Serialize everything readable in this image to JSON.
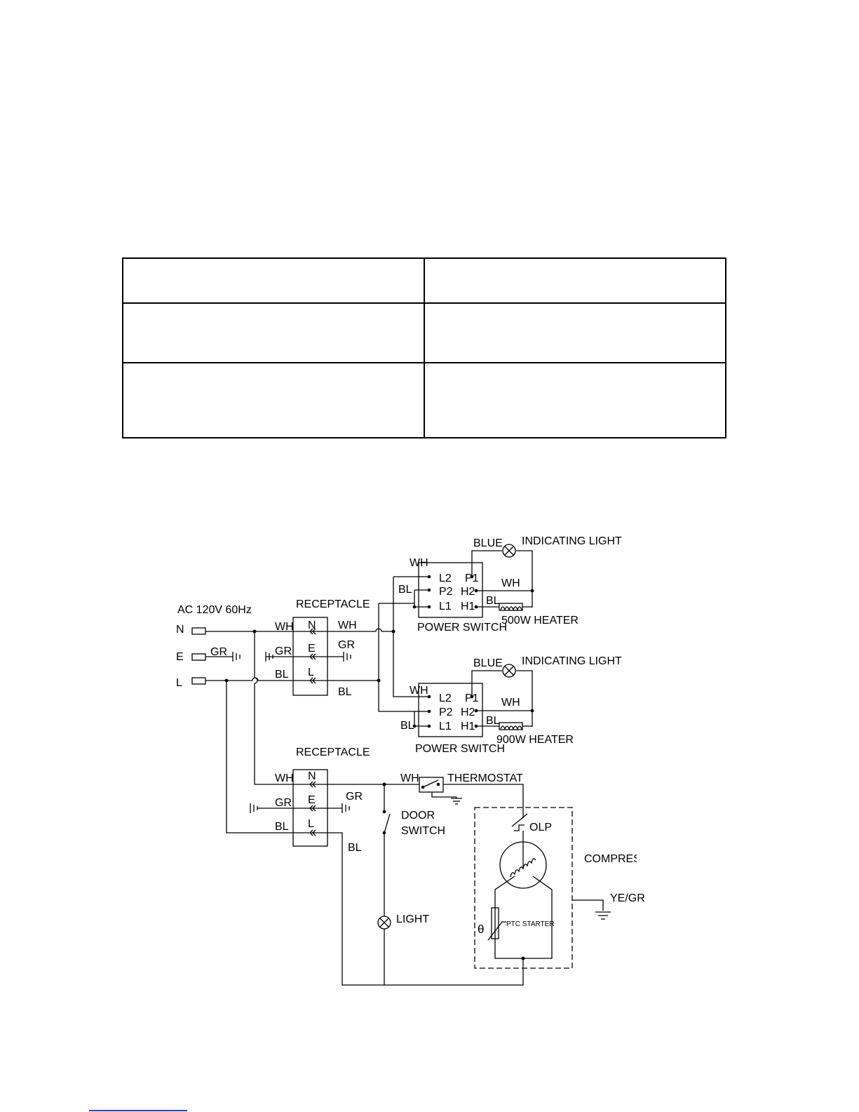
{
  "table": {
    "rows": [
      [
        "",
        ""
      ],
      [
        "",
        ""
      ],
      [
        "",
        ""
      ]
    ]
  },
  "diagram": {
    "source": "AC 120V 60Hz",
    "terminals": {
      "n": "N",
      "e": "E",
      "l": "L"
    },
    "wires": {
      "wh": "WH",
      "gr": "GR",
      "bl": "BL",
      "blue": "BLUE",
      "ye_gr": "YE/GR"
    },
    "receptacle_title": "RECEPTACLE",
    "receptacle_pins": {
      "n": "N",
      "e": "E",
      "l": "L"
    },
    "switch_pins": {
      "l2": "L2",
      "p1": "P1",
      "p2": "P2",
      "h2": "H2",
      "l1": "L1",
      "h1": "H1"
    },
    "power_switch": "POWER SWITCH",
    "indicating_light": "INDICATING LIGHT",
    "heater_top": "500W HEATER",
    "heater_bottom": "900W HEATER",
    "thermostat": "THERMOSTAT",
    "door_switch_line1": "DOOR",
    "door_switch_line2": "SWITCH",
    "light": "LIGHT",
    "olp": "OLP",
    "compressor": "COMPRESSOR",
    "ptc_starter": "PTC STARTER",
    "theta": "θ"
  },
  "colors": {
    "ink": "#000000",
    "rule": "#2a3cd0"
  }
}
